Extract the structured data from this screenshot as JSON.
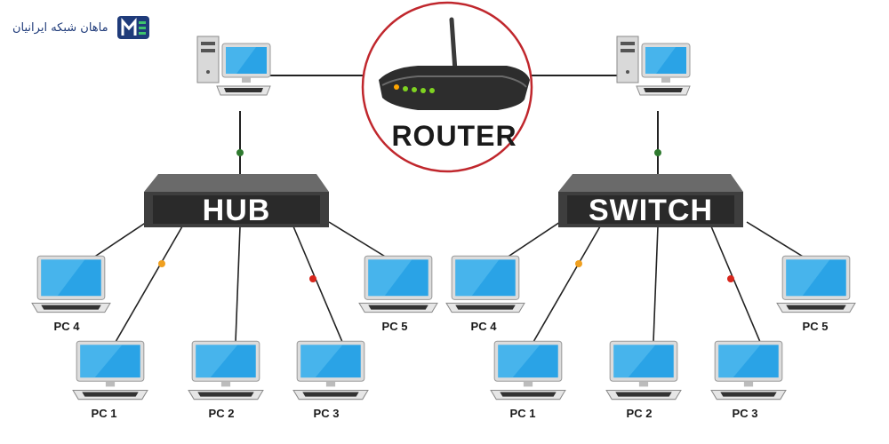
{
  "brand": {
    "name": "ماهان شبکه ایرانیان",
    "logo_icon": "mahan-network-logo"
  },
  "router": {
    "label": "ROUTER",
    "icon": "router-icon",
    "circle_color": "#c0272d"
  },
  "networks": [
    {
      "device_label": "HUB",
      "server_icon": "server-computer-icon",
      "pcs": [
        {
          "label": "PC 4"
        },
        {
          "label": "PC 1"
        },
        {
          "label": "PC 2"
        },
        {
          "label": "PC 3"
        },
        {
          "label": "PC 5"
        }
      ]
    },
    {
      "device_label": "SWITCH",
      "server_icon": "server-computer-icon",
      "pcs": [
        {
          "label": "PC 4"
        },
        {
          "label": "PC 1"
        },
        {
          "label": "PC 2"
        },
        {
          "label": "PC 3"
        },
        {
          "label": "PC 5"
        }
      ]
    }
  ],
  "colors": {
    "link_green": "#2f7a2f",
    "link_orange": "#f0a020",
    "link_red": "#d8261c",
    "device_body": "#4a4a4a",
    "screen_blue": "#2aa3e6"
  }
}
